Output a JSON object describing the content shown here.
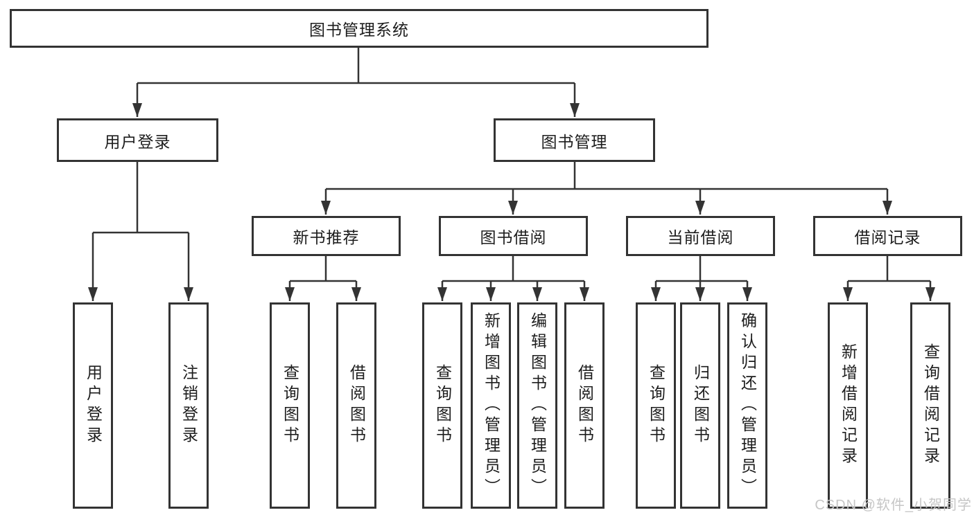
{
  "diagram": {
    "title": "图书管理系统",
    "level2": [
      "用户登录",
      "图书管理"
    ],
    "level3": [
      "新书推荐",
      "图书借阅",
      "当前借阅",
      "借阅记录"
    ],
    "leaves_user_login": [
      "用户登录",
      "注销登录"
    ],
    "leaves_new_books": [
      "查询图书",
      "借阅图书"
    ],
    "leaves_book_borrow": [
      "查询图书",
      "新增图书（管理员）",
      "编辑图书（管理员）",
      "借阅图书"
    ],
    "leaves_current_borrow": [
      "查询图书",
      "归还图书",
      "确认归还（管理员）"
    ],
    "leaves_borrow_records": [
      "新增借阅记录",
      "查询借阅记录"
    ]
  },
  "watermark": "CSDN @软件_小贺同学",
  "colors": {
    "line": "#333333",
    "text": "#1d1d1d",
    "background": "#ffffff",
    "watermark": "#c6c6c6"
  }
}
